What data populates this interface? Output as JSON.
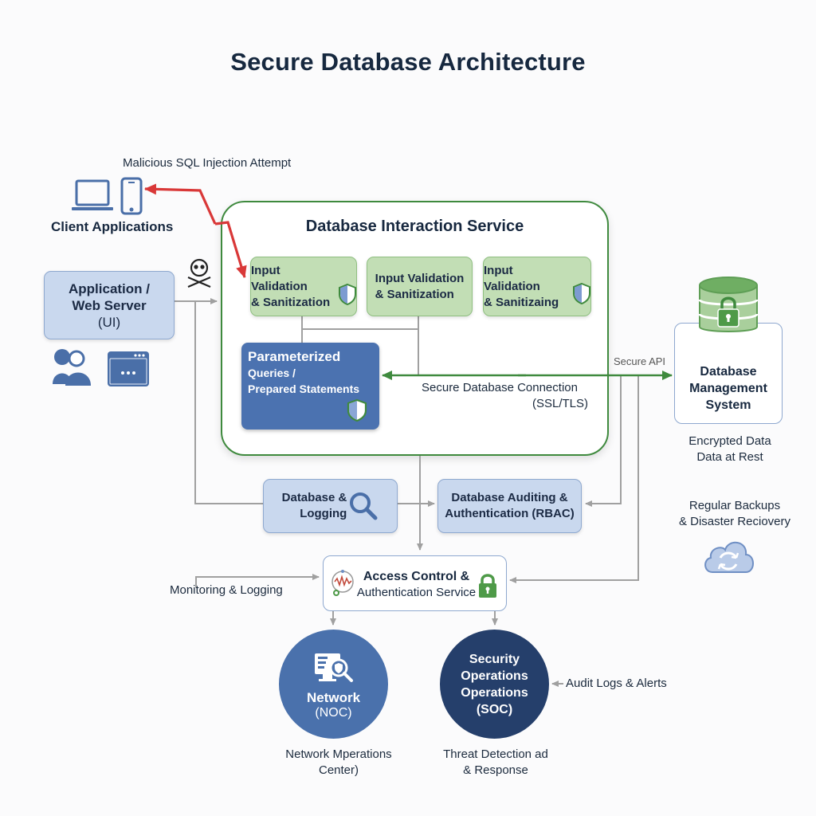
{
  "title": "Secure Database Architecture",
  "client": {
    "attack_label": "Malicious SQL Injection Attempt",
    "label": "Client Applications",
    "icons": [
      "laptop-icon",
      "phone-icon"
    ]
  },
  "app_server": {
    "line1": "Application /",
    "line2": "Web Server",
    "line3": "(UI)",
    "icons": [
      "users-icon",
      "browser-window-icon"
    ],
    "threat_icon": "skull-crossbones-icon"
  },
  "dis": {
    "title": "Database Interaction Service",
    "validation_boxes": [
      {
        "line1": "Input Validation",
        "line2": "& Sanitization",
        "icon": "shield-icon"
      },
      {
        "line1": "Input Validation",
        "line2": "& Sanitization",
        "icon": ""
      },
      {
        "line1": "Input Validation",
        "line2": "& Sanitizaing",
        "icon": "shield-icon"
      }
    ],
    "param": {
      "line1": "Parameterized",
      "line2": "Queries /",
      "line3": "Prepared Statements",
      "icon": "shield-icon"
    },
    "connection": {
      "line1": "Secure Database Connection",
      "line2": "(SSL/TLS)"
    }
  },
  "secure_api": "Secure API",
  "dbms": {
    "line1": "Database",
    "line2": "Management",
    "line3": "System",
    "caption1": "Encrypted Data",
    "caption2": "Data at Rest",
    "icon": "locked-database-icon"
  },
  "logging_box": {
    "line1": "Database &",
    "line2": "Logging",
    "icon": "magnifier-icon"
  },
  "auditing_box": {
    "line1": "Database Auditing &",
    "line2": "Authentication (RBAC)"
  },
  "backups": {
    "line1": "Regular Backups",
    "line2": "& Disaster Reciovery",
    "icon": "cloud-sync-icon"
  },
  "access_control": {
    "line1": "Access Control &",
    "line2": "Authentication Service",
    "left_icon": "monitor-wave-icon",
    "right_icon": "padlock-icon"
  },
  "monitoring_label": "Monitoring & Logging",
  "noc": {
    "line1": "Network",
    "line2": "(NOC)",
    "caption1": "Network Mperations",
    "caption2": "Center)",
    "icon": "monitor-search-icon",
    "color": "#4a71ac"
  },
  "soc": {
    "line1": "Security",
    "line2": "Operations",
    "line3": "Operations",
    "line4": "(SOC)",
    "caption1": "Threat Detection ad",
    "caption2": "& Response",
    "color": "#253f6b"
  },
  "audit_label": "Audit Logs & Alerts",
  "colors": {
    "attack": "#d93838",
    "secure": "#3f8a3e",
    "connector": "#a0a0a0",
    "navy_text": "#16283f"
  }
}
